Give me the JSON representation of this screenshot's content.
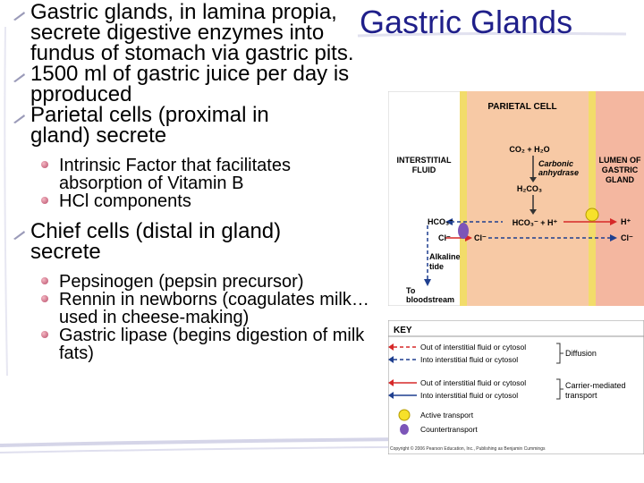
{
  "slide": {
    "title": "Gastric Glands",
    "bullets": [
      {
        "text": "Gastric glands, in lamina propia, secrete digestive enzymes into fundus of stomach via gastric pits."
      },
      {
        "text": "1500 ml of gastric juice per day is pproduced"
      },
      {
        "text": "Parietal cells (proximal in gland) secrete",
        "sub": [
          "Intrinsic Factor that facilitates absorption of Vitamin B",
          "HCl components"
        ]
      },
      {
        "text": "Chief cells (distal in gland) secrete",
        "sub": [
          "Pepsinogen (pepsin precursor)",
          "Rennin in newborns (coagulates milk…used in cheese-making)",
          "Gastric lipase (begins digestion of milk fats)"
        ]
      }
    ]
  },
  "figure": {
    "parietal_cell": "PARIETAL CELL",
    "interstitial_1": "INTERSTITIAL",
    "interstitial_2": "FLUID",
    "lumen_1": "LUMEN OF",
    "lumen_2": "GASTRIC",
    "lumen_3": "GLAND",
    "co2_h2o": "CO₂ + H₂O",
    "carbonic_1": "Carbonic",
    "carbonic_2": "anhydrase",
    "h2co3": "H₂CO₃",
    "hco3_left": "HCO₃⁻",
    "hco3_h": "HCO₃⁻ + H⁺",
    "cl_left": "Cl⁻",
    "cl_mid": "Cl⁻",
    "h_right": "H⁺",
    "cl_right": "Cl⁻",
    "alkaline_1": "Alkaline",
    "alkaline_2": "tide",
    "to_1": "To",
    "to_2": "bloodstream"
  },
  "key": {
    "title": "KEY",
    "out1": "Out of interstitial fluid or cytosol",
    "in1": "Into interstitial fluid or cytosol",
    "diffusion": "Diffusion",
    "out2": "Out of interstitial fluid or cytosol",
    "in2": "Into interstitial fluid or cytosol",
    "carrier_1": "Carrier-mediated",
    "carrier_2": "transport",
    "active": "Active transport",
    "counter": "Countertransport",
    "copyright": "Copyright © 2006 Pearson Education, Inc., Publishing as Benjamin Cummings"
  },
  "colors": {
    "title": "#1f1f8a",
    "cell": "#f7c9a5",
    "membrane": "#f2dc6a",
    "lumen": "#f4b7a0",
    "red": "#d62828",
    "blue": "#1f3f8f"
  }
}
